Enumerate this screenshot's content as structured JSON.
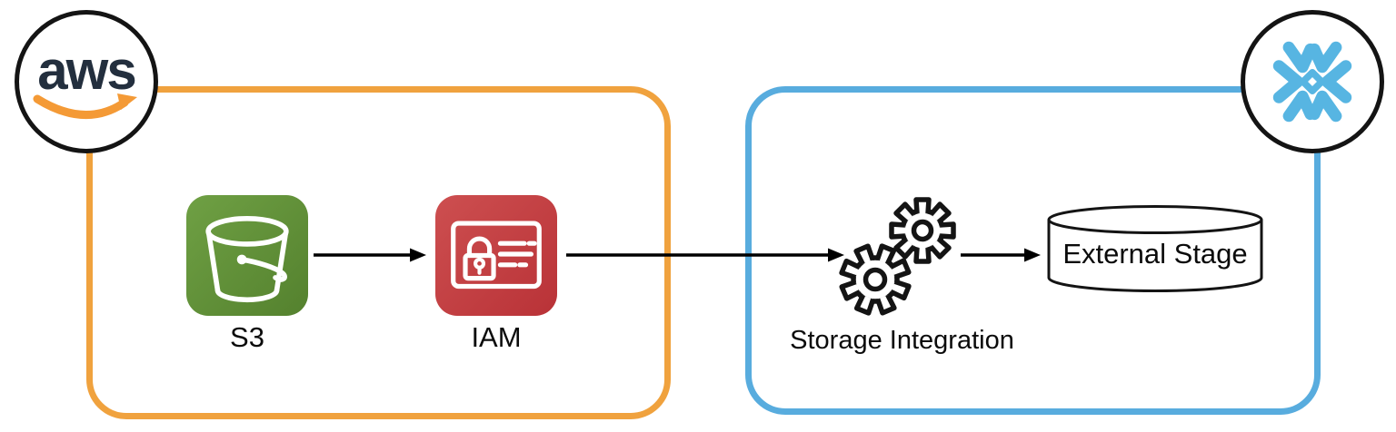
{
  "diagram": {
    "aws": {
      "logo_text": "aws"
    },
    "nodes": {
      "s3": {
        "label": "S3"
      },
      "iam": {
        "label": "IAM"
      },
      "storage_integration": {
        "label": "Storage Integration"
      },
      "external_stage": {
        "label": "External Stage"
      }
    },
    "colors": {
      "aws_box_border": "#F0A23E",
      "snowflake_box_border": "#58ACDE",
      "s3_green_start": "#6FA044",
      "s3_green_end": "#54812E",
      "iam_red_start": "#CD4F50",
      "iam_red_end": "#B93237",
      "aws_text": "#232F3E",
      "aws_smile": "#F49A36",
      "snowflake_blue": "#57B5E2",
      "arrow_black": "#000000",
      "icon_stroke_white": "#FFFFFF",
      "outline_black": "#141414"
    }
  }
}
